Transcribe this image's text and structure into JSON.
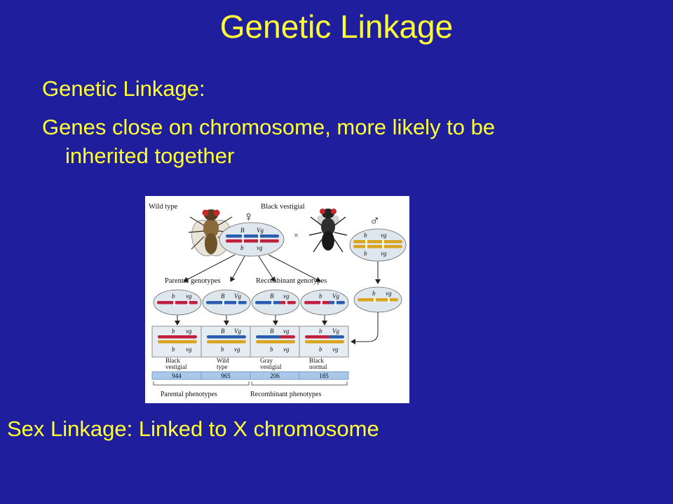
{
  "slide": {
    "title": "Genetic Linkage",
    "line1": "Genetic Linkage:",
    "line2": "Genes close on chromosome, more likely to be",
    "line3": "inherited together",
    "line4": "Sex Linkage:  Linked to X chromosome"
  },
  "figure": {
    "wild_type": "Wild type",
    "black_vestigial": "Black vestigial",
    "female_symbol": "♀",
    "male_symbol": "♂",
    "cross_symbol": "×",
    "parental_genotypes": "Parental genotypes",
    "recombinant_genotypes": "Recombinant genotypes",
    "allele_B": "B",
    "allele_b": "b",
    "allele_Vg": "Vg",
    "allele_vg": "vg",
    "offspring": [
      {
        "line1": "Black",
        "line2": "vestigial",
        "count": "944"
      },
      {
        "line1": "Wild",
        "line2": "type",
        "count": "965"
      },
      {
        "line1": "Gray",
        "line2": "vestigial",
        "count": "206"
      },
      {
        "line1": "Black",
        "line2": "normal",
        "count": "185"
      }
    ],
    "parental_phenotypes": "Parental phenotypes",
    "recombinant_phenotypes": "Recombinant phenotypes"
  },
  "colors": {
    "background": "#1f1f9e",
    "text": "#ffff33",
    "chromosome_red": "#c0203c",
    "chromosome_blue": "#2a5db0",
    "chromosome_gold": "#d9a520",
    "cell_fill": "#dfe7ee",
    "count_bar": "#a9c8ea"
  }
}
